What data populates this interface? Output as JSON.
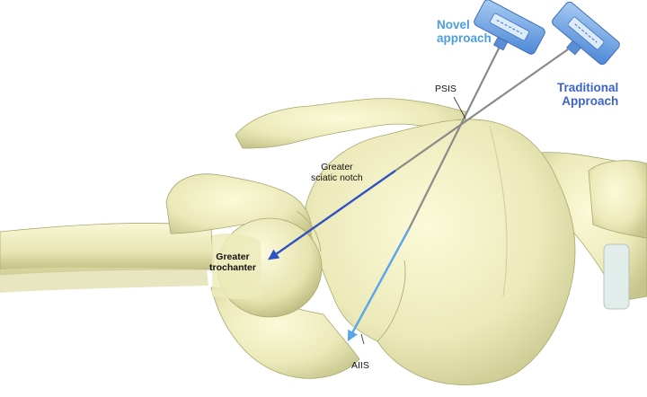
{
  "labels": {
    "novel": [
      "Novel",
      "approach"
    ],
    "traditional": [
      "Traditional",
      "Approach"
    ],
    "psis": "PSIS",
    "notch": [
      "Greater",
      "sciatic notch"
    ],
    "trochanter": [
      "Greater",
      "trochanter"
    ],
    "aiis": "AIIS"
  },
  "colors": {
    "novel_label": "#4a9fe0",
    "traditional_label": "#3d63c8",
    "novel_arrow": "#5aa6ea",
    "traditional_arrow": "#2f52c4",
    "bone": "#f2f1c8",
    "bone_shadow": "#c9c894",
    "needle_handle": "#6fa3e0"
  },
  "icons": {
    "needle_handle": "needle-handle-icon",
    "arrow": "arrow-icon"
  }
}
